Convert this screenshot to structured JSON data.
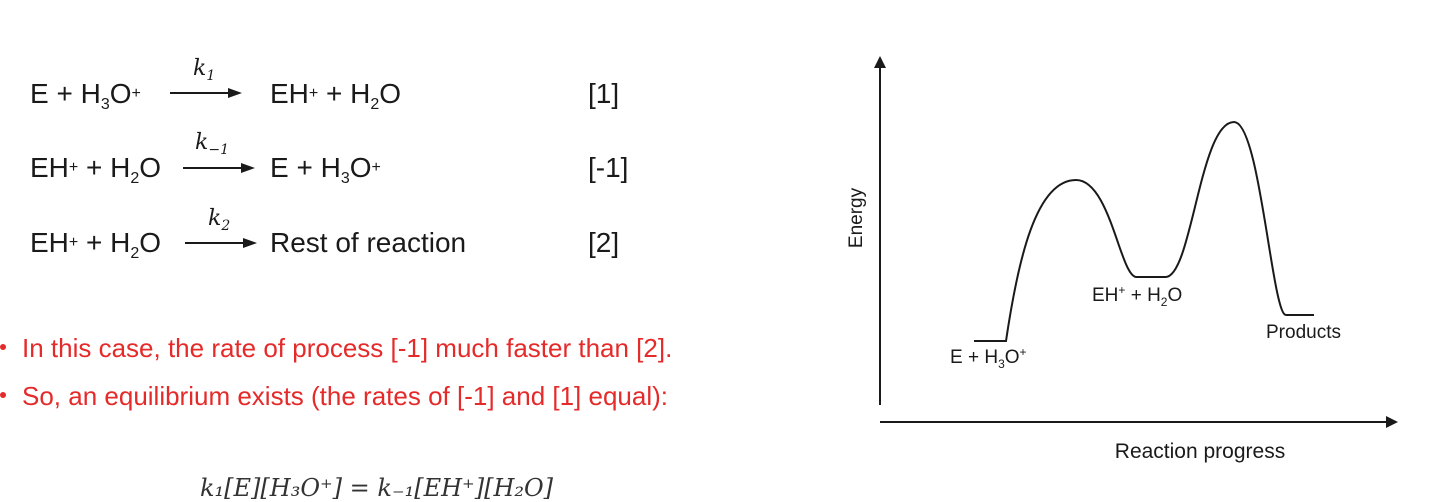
{
  "equations": [
    {
      "lhs": {
        "a": "E + H",
        "sub": "3",
        "b": "O",
        "sup": "+"
      },
      "k": {
        "k": "k",
        "sub": "1"
      },
      "rhs": {
        "a": "EH",
        "sup": "+",
        "b": " + H",
        "sub": "2",
        "c": "O"
      },
      "num": "[1]"
    },
    {
      "lhs": {
        "a": "EH",
        "sup": "+",
        "b": " + H",
        "sub": "2",
        "c": "O"
      },
      "k": {
        "k": "k",
        "sub": "−1"
      },
      "rhs": {
        "a": "E + H",
        "sub": "3",
        "b": "O",
        "sup": "+"
      },
      "num": "[-1]"
    },
    {
      "lhs": {
        "a": "EH",
        "sup": "+",
        "b": " + H",
        "sub": "2",
        "c": "O"
      },
      "k": {
        "k": "k",
        "sub": "2"
      },
      "rhs": {
        "text": "Rest of reaction"
      },
      "num": "[2]"
    }
  ],
  "bullets": [
    "In this case, the rate of process [-1] much faster than [2].",
    "So, an equilibrium exists (the rates of [-1] and [1] equal):"
  ],
  "formula": "k₁[E][H₃O⁺] = k₋₁[EH⁺][H₂O]",
  "diagram": {
    "y_axis_label": "Energy",
    "x_axis_label": "Reaction progress",
    "labels": {
      "reactant": {
        "a": "E + H",
        "sub": "3",
        "b": "O",
        "sup": "+"
      },
      "intermediate": {
        "a": "EH",
        "sup": "+",
        "b": " + H",
        "sub": "2",
        "c": "O"
      },
      "product": "Products"
    }
  },
  "colors": {
    "text": "#1a1a1a",
    "bullet": "#e52a2a"
  }
}
